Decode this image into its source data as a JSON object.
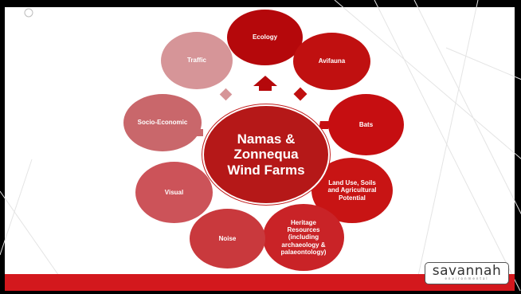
{
  "center": {
    "label_line1": "Namas &",
    "label_line2": "Zonnequa",
    "label_line3": "Wind Farms"
  },
  "nodes": [
    {
      "id": "ecology",
      "label": "Ecology",
      "color": "#b5080b"
    },
    {
      "id": "avifauna",
      "label": "Avifauna",
      "color": "#c01010"
    },
    {
      "id": "bats",
      "label": "Bats",
      "color": "#c60e11"
    },
    {
      "id": "land-use",
      "label": "Land Use, Soils and Agricultural Potential",
      "color": "#c81414"
    },
    {
      "id": "heritage",
      "label": "Heritage Resources (including archaeology & palaeontology)",
      "color": "#c92327"
    },
    {
      "id": "noise",
      "label": "Noise",
      "color": "#c9393d"
    },
    {
      "id": "visual",
      "label": "Visual",
      "color": "#cc5359"
    },
    {
      "id": "socio-economic",
      "label": "Socio-Economic",
      "color": "#c9676b"
    },
    {
      "id": "traffic",
      "label": "Traffic",
      "color": "#d69598"
    }
  ],
  "logo": {
    "text": "savannah",
    "sub": "environmental"
  },
  "colors": {
    "bar": "#d3181d",
    "center": "#b51818"
  }
}
